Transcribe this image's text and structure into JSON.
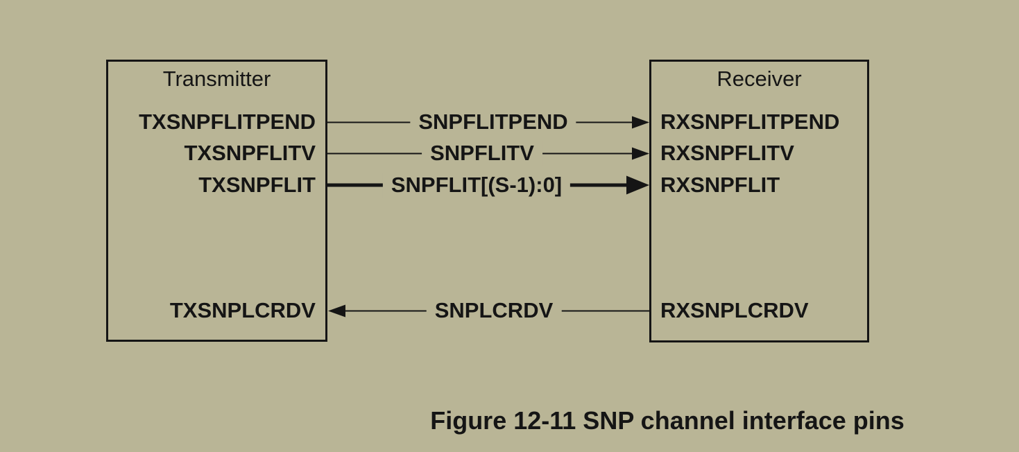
{
  "figure": {
    "caption": "Figure 12-11 SNP channel interface pins"
  },
  "colors": {
    "background": "#b9b596",
    "line": "#151515",
    "text": "#151515"
  },
  "transmitter": {
    "title": "Transmitter",
    "pins": [
      "TXSNPFLITPEND",
      "TXSNPFLITV",
      "TXSNPFLIT",
      "TXSNPLCRDV"
    ]
  },
  "receiver": {
    "title": "Receiver",
    "pins": [
      "RXSNPFLITPEND",
      "RXSNPFLITV",
      "RXSNPFLIT",
      "RXSNPLCRDV"
    ]
  },
  "signals": [
    {
      "label": "SNPFLITPEND",
      "direction": "transmitter-to-receiver",
      "bus": false
    },
    {
      "label": "SNPFLITV",
      "direction": "transmitter-to-receiver",
      "bus": false
    },
    {
      "label": "SNPFLIT[(S-1):0]",
      "direction": "transmitter-to-receiver",
      "bus": true
    },
    {
      "label": "SNPLCRDV",
      "direction": "receiver-to-transmitter",
      "bus": false
    }
  ]
}
